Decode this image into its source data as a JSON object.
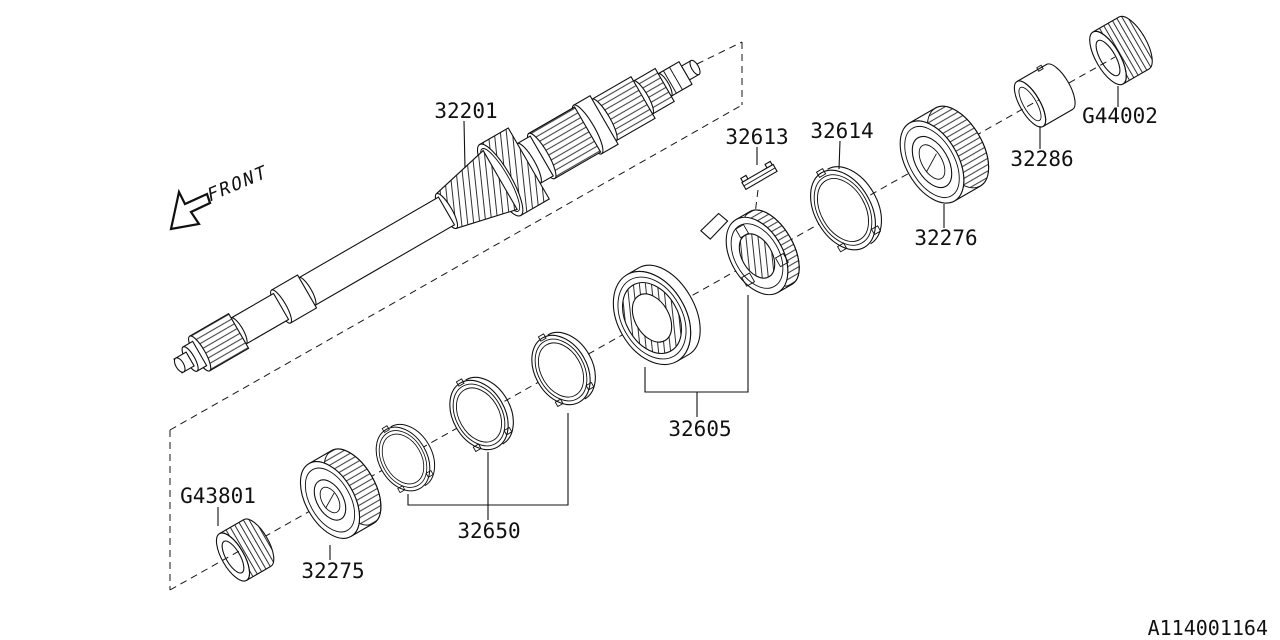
{
  "diagram": {
    "front_label": "FRONT",
    "diagram_id": "A114001164",
    "colors": {
      "background": "#ffffff",
      "line": "#000000"
    },
    "parts": [
      {
        "part_number": "32201"
      },
      {
        "part_number": "32613"
      },
      {
        "part_number": "32614"
      },
      {
        "part_number": "G44002"
      },
      {
        "part_number": "32286"
      },
      {
        "part_number": "32276"
      },
      {
        "part_number": "32605"
      },
      {
        "part_number": "32650"
      },
      {
        "part_number": "32275"
      },
      {
        "part_number": "G43801"
      }
    ]
  }
}
